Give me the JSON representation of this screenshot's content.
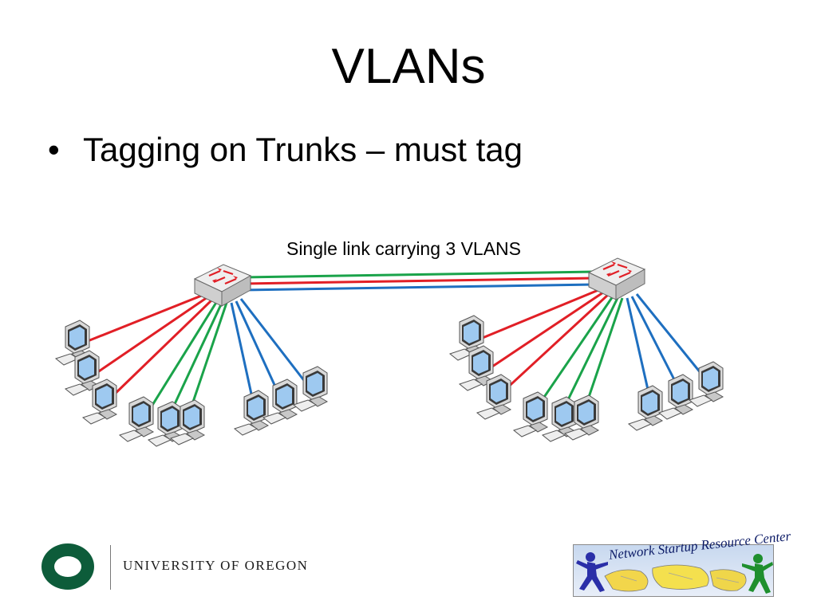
{
  "slide": {
    "title": "VLANs",
    "bullet": "Tagging on Trunks – must tag"
  },
  "diagram": {
    "trunk_label": "Single link carrying 3 VLANS",
    "vlan_colors": {
      "red": "#e11f26",
      "green": "#1aa34a",
      "blue": "#1e6fc0"
    }
  },
  "footer": {
    "university_name": "UNIVERSITY OF OREGON",
    "nsrc_name": "Network Startup Resource Center",
    "brand_green": "#0d5c3a"
  }
}
